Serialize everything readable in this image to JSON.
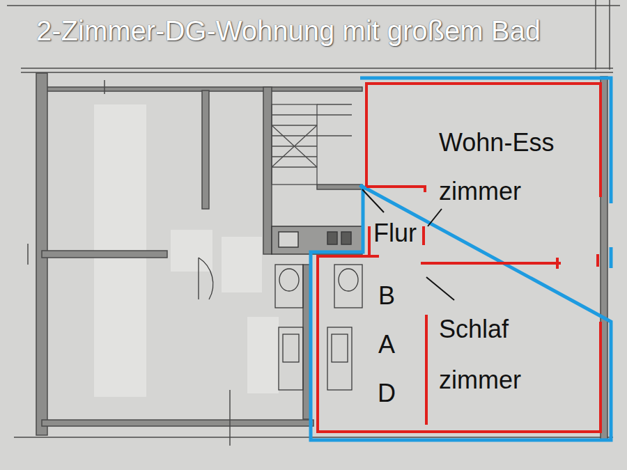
{
  "diagram": {
    "title": "2-Zimmer-DG-Wohnung mit großem Bad",
    "labels": [
      "Wohn-Ess zimmer",
      "Flur",
      "B A D",
      "Schlaf zimmer"
    ]
  }
}
